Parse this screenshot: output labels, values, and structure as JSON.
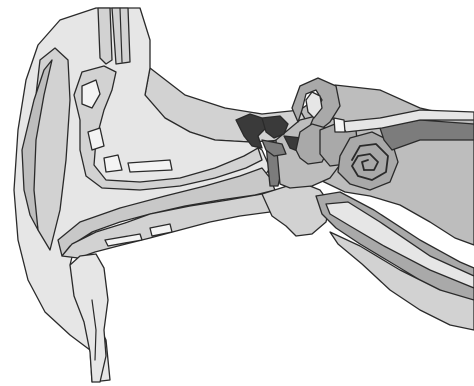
{
  "figure": {
    "subject": "ear-cross-section",
    "labels_shown": false
  },
  "palette": {
    "background": "#ffffff",
    "outline": "#2a2a2a",
    "pale_tissue": "#e6e6e6",
    "light_tissue": "#d2d2d2",
    "mid_tissue": "#bdbdbd",
    "canal": "#c8c8c8",
    "inner_grey": "#a9a9a9",
    "dark_grey": "#7c7c7c",
    "ossicle_dark": "#3a3a3a",
    "cartilage_hollow": "#f4f4f4"
  },
  "parts": [
    "outer-ear",
    "ear-canal",
    "eardrum",
    "ossicles",
    "semicircular-canals",
    "cochlea",
    "auditory-nerve",
    "eustachian-tube"
  ]
}
